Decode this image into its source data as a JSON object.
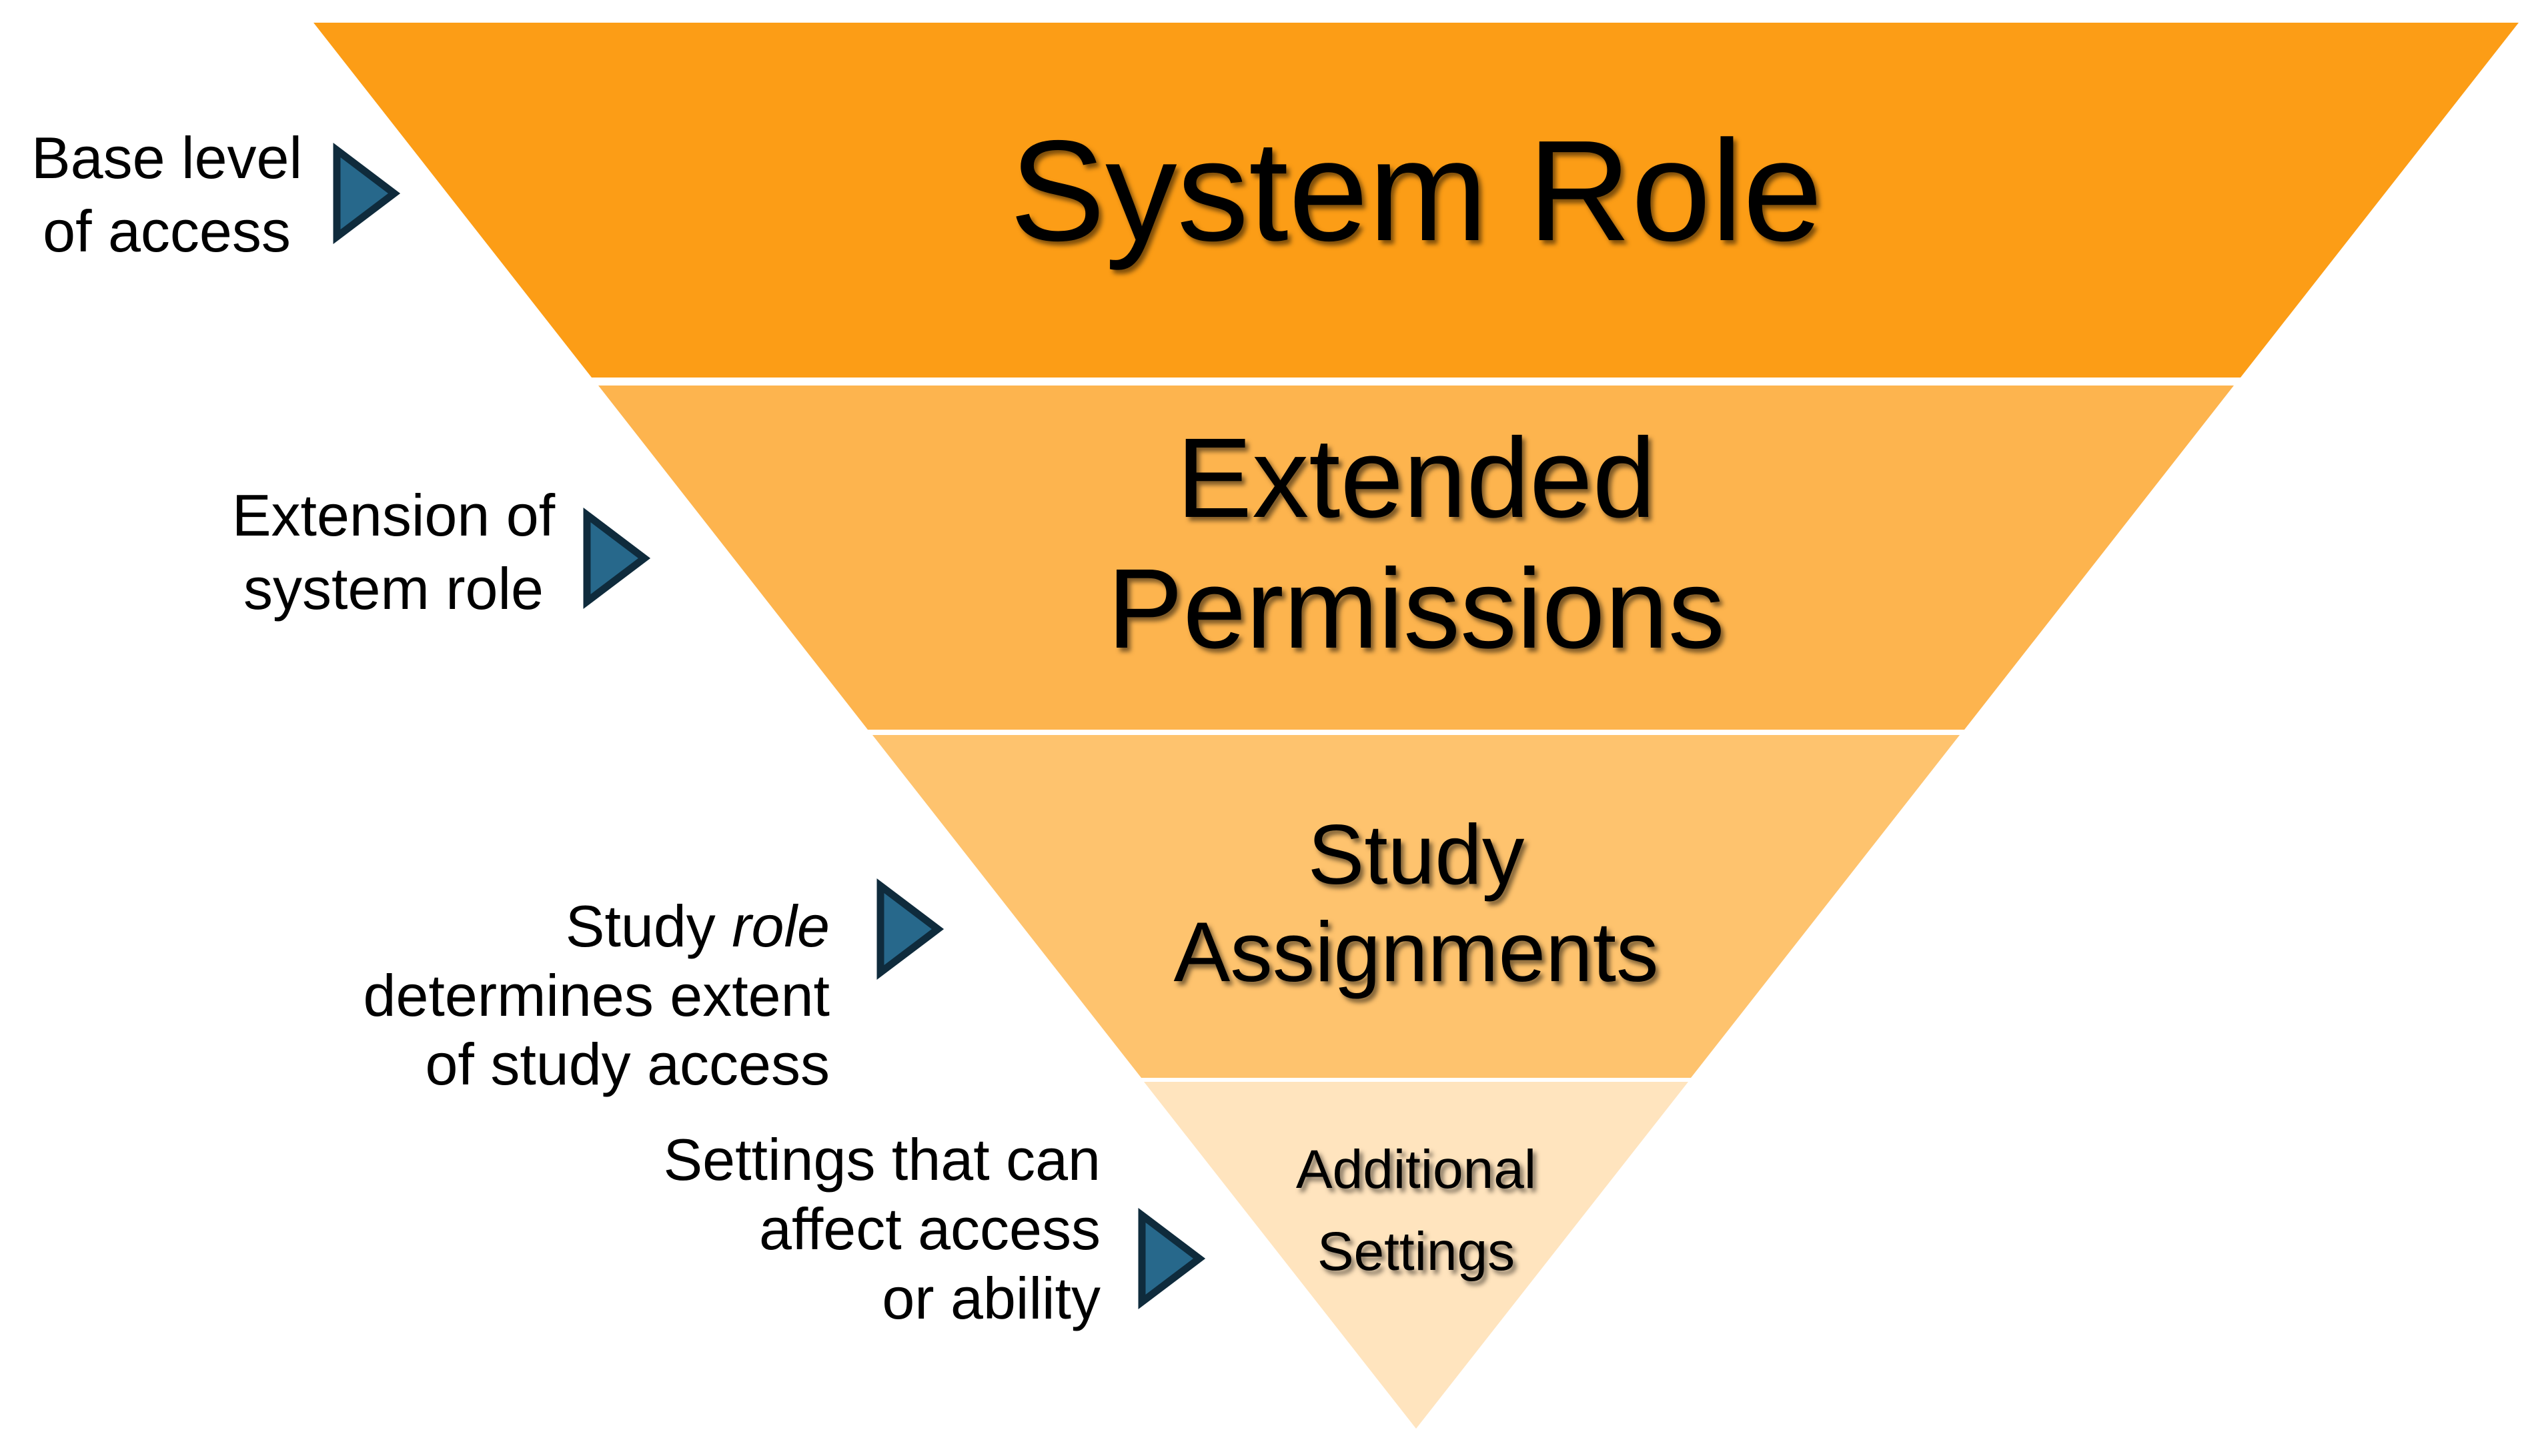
{
  "diagram": {
    "levels": [
      {
        "title": "System Role",
        "annotation": "Base level\nof access",
        "color": "#FC9D16"
      },
      {
        "title": "Extended\nPermissions",
        "annotation": "Extension of\nsystem role",
        "color": "#FDB44E"
      },
      {
        "title": "Study\nAssignments",
        "annotation_pre": "Study ",
        "annotation_italic": "role",
        "annotation_post": "\ndetermines extent\nof study access",
        "color": "#FEC36E"
      },
      {
        "title": "Additional\nSettings",
        "annotation": "Settings that can\naffect access\nor ability",
        "color": "#FFE4BE"
      }
    ],
    "arrow": {
      "fill": "#27688B",
      "border": "#0F2B3C"
    },
    "text_color": "#000000"
  }
}
